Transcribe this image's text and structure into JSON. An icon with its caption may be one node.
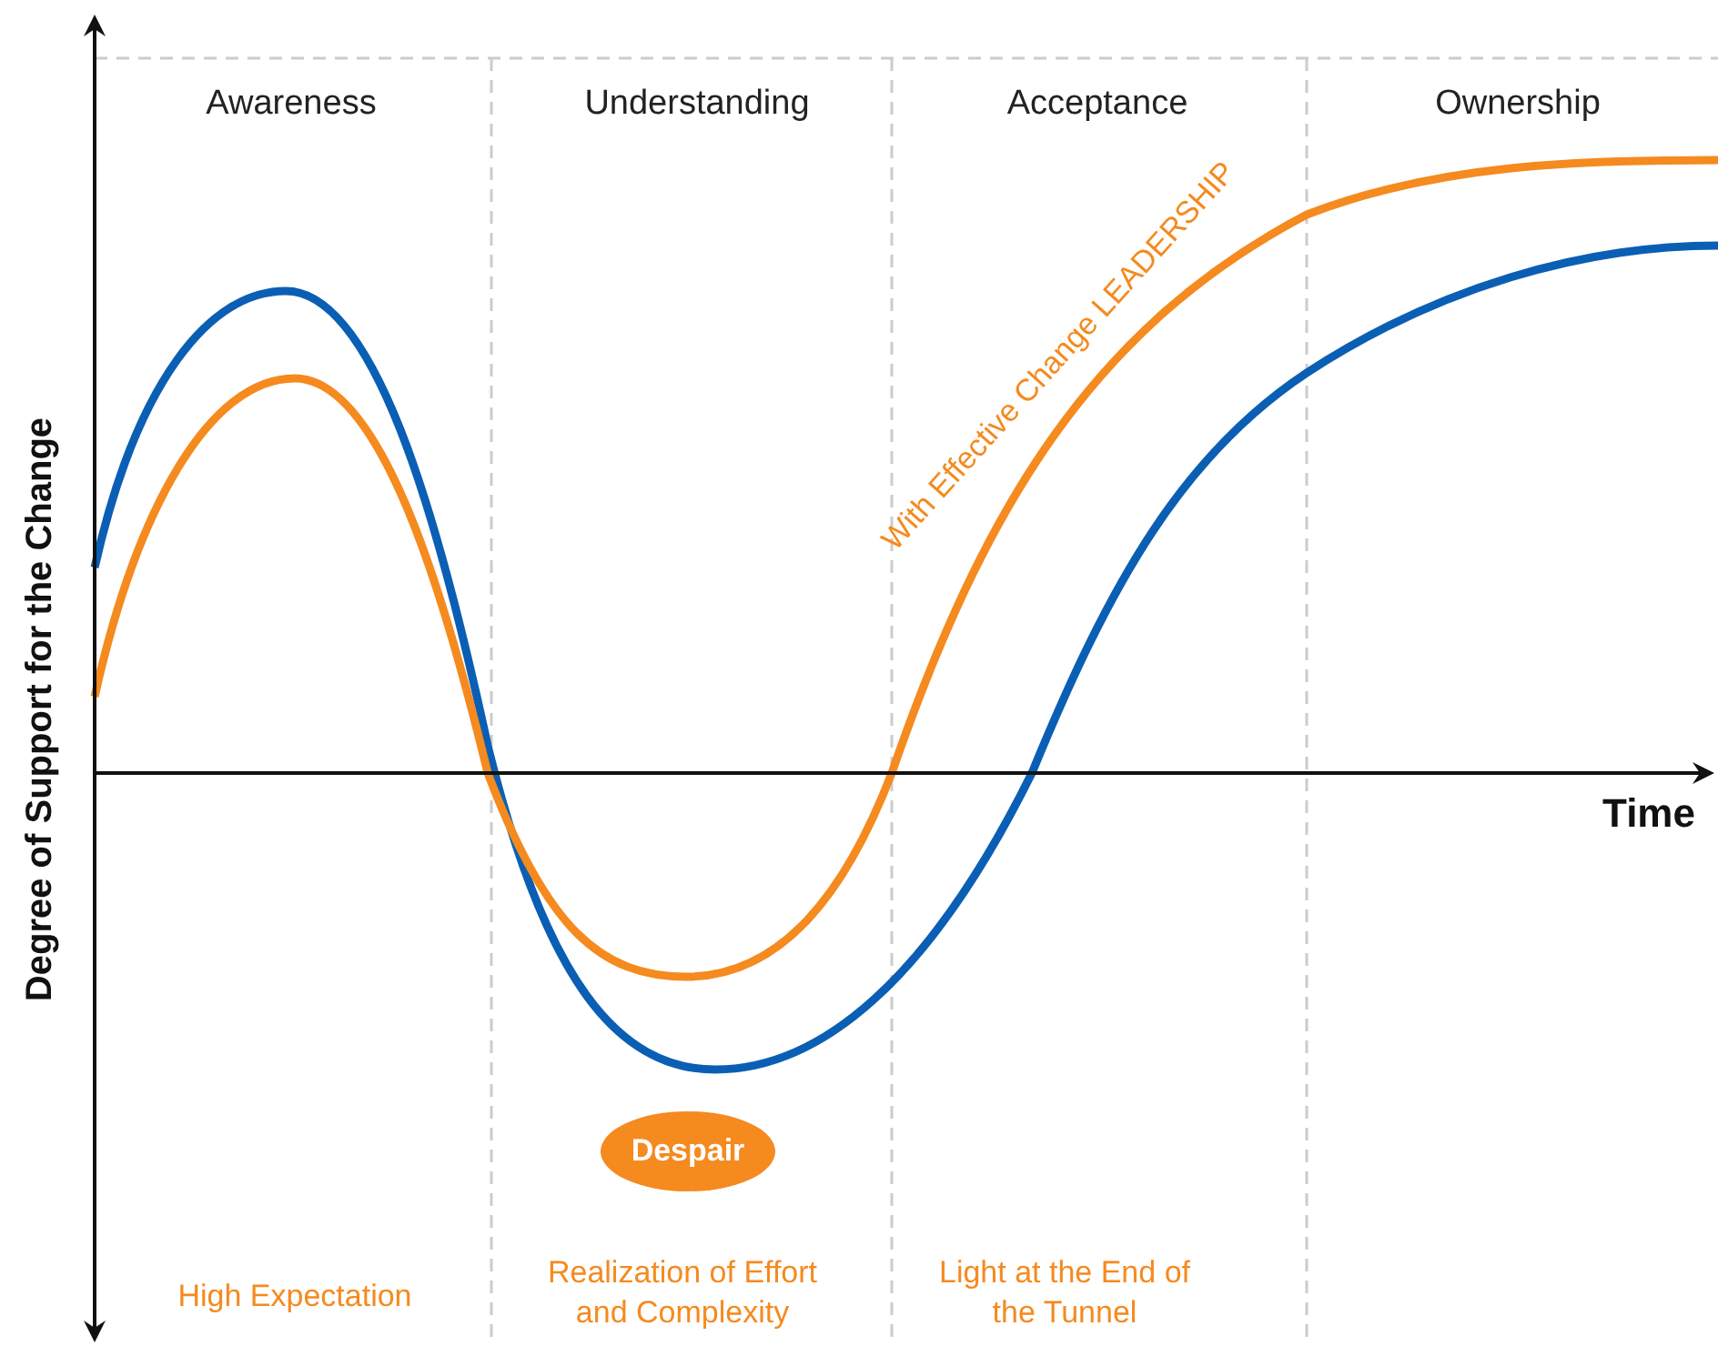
{
  "diagram": {
    "nodes": [
      {
        "text": [
          "Despair"
        ]
      }
    ],
    "labels": [
      "Awareness",
      "Understanding",
      "Acceptance",
      "Ownership",
      "With Effective Change LEADERSHIP",
      "Time",
      "Degree of Support for the Change",
      "High Expectation",
      "Realization of Effort and Complexity",
      "Light at the End of the Tunnel"
    ]
  }
}
